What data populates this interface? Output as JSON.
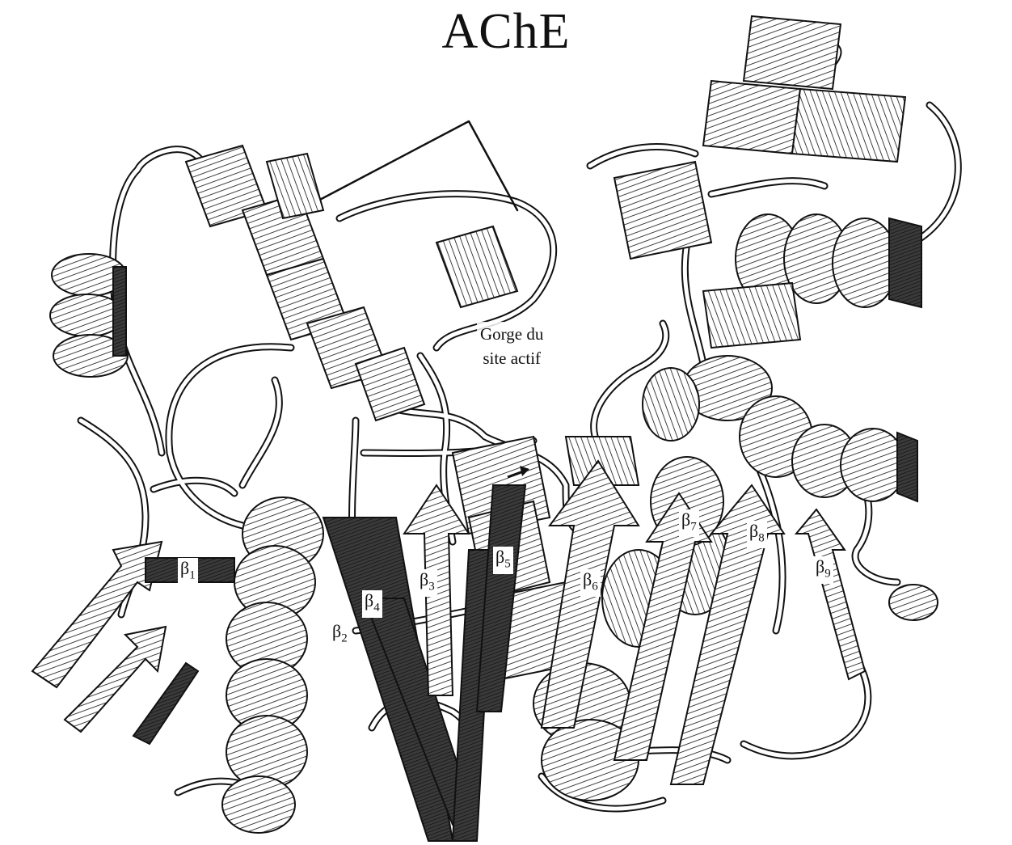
{
  "title": "AChE",
  "annotation": {
    "line1": "Gorge du",
    "line2": "site actif"
  },
  "strands": [
    {
      "greek": "β",
      "index": "1"
    },
    {
      "greek": "β",
      "index": "2"
    },
    {
      "greek": "β",
      "index": "3"
    },
    {
      "greek": "β",
      "index": "4"
    },
    {
      "greek": "β",
      "index": "5"
    },
    {
      "greek": "β",
      "index": "6"
    },
    {
      "greek": "β",
      "index": "7"
    },
    {
      "greek": "β",
      "index": "8"
    },
    {
      "greek": "β",
      "index": "9"
    }
  ],
  "colors": {
    "ink": "#111111",
    "paper": "#ffffff",
    "shadow": "#2a2a2a"
  }
}
